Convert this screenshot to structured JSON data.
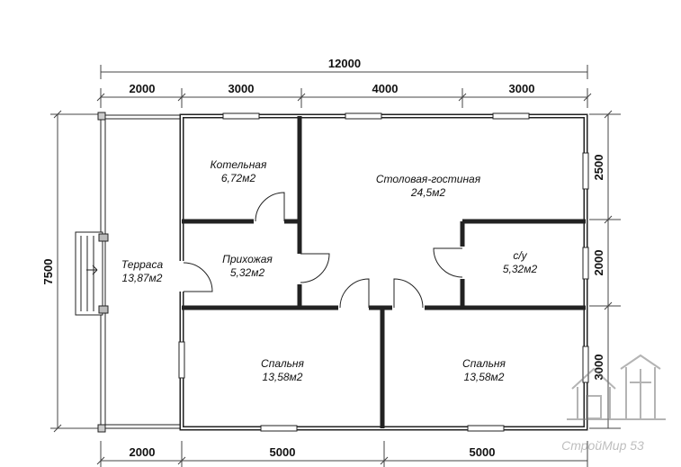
{
  "dimensions": {
    "top_total": "12000",
    "top_segments": [
      "2000",
      "3000",
      "4000",
      "3000"
    ],
    "bottom_segments": [
      "2000",
      "5000",
      "5000"
    ],
    "left_total": "7500",
    "right_segments": [
      "2500",
      "2000",
      "3000"
    ]
  },
  "rooms": {
    "boiler": {
      "name": "Котельная",
      "area": "6,72м2"
    },
    "living": {
      "name": "Столовая-гостиная",
      "area": "24,5м2"
    },
    "hall": {
      "name": "Прихожая",
      "area": "5,32м2"
    },
    "bath": {
      "name": "с/у",
      "area": "5,32м2"
    },
    "terrace": {
      "name": "Терраса",
      "area": "13,87м2"
    },
    "bedroom1": {
      "name": "Спальня",
      "area": "13,58м2"
    },
    "bedroom2": {
      "name": "Спальня",
      "area": "13,58м2"
    }
  },
  "logo": {
    "text": "СтройМир 53"
  }
}
